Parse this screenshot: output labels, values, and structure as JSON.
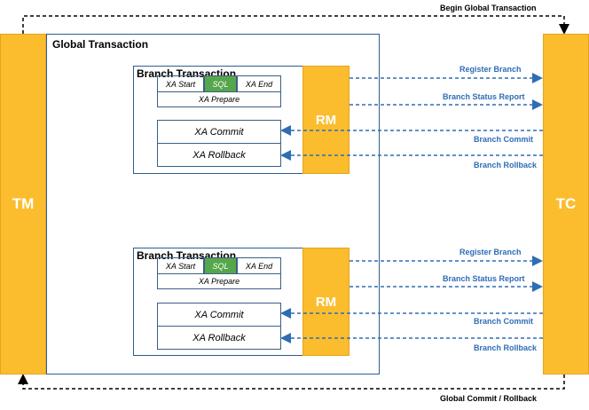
{
  "top_flow_label": "Begin Global Transaction",
  "bottom_flow_label": "Global Commit / Rollback",
  "global_title": "Global Transaction",
  "tm_label": "TM",
  "tc_label": "TC",
  "branches": [
    {
      "title": "Branch Transaction",
      "rm_label": "RM",
      "xa_start": "XA Start",
      "sql": "SQL",
      "xa_end": "XA End",
      "xa_prepare": "XA Prepare",
      "xa_commit": "XA Commit",
      "xa_rollback": "XA Rollback",
      "register": "Register Branch",
      "status": "Branch Status Report",
      "commit": "Branch Commit",
      "rollback": "Branch Rollback"
    },
    {
      "title": "Branch Transaction",
      "rm_label": "RM",
      "xa_start": "XA Start",
      "sql": "SQL",
      "xa_end": "XA End",
      "xa_prepare": "XA Prepare",
      "xa_commit": "XA Commit",
      "xa_rollback": "XA Rollback",
      "register": "Register Branch",
      "status": "Branch Status Report",
      "commit": "Branch Commit",
      "rollback": "Branch Rollback"
    }
  ],
  "colors": {
    "accent": "#fbbd2e",
    "arrow": "#2e6db4",
    "sql": "#56a64b",
    "frame": "#2e5e90"
  }
}
